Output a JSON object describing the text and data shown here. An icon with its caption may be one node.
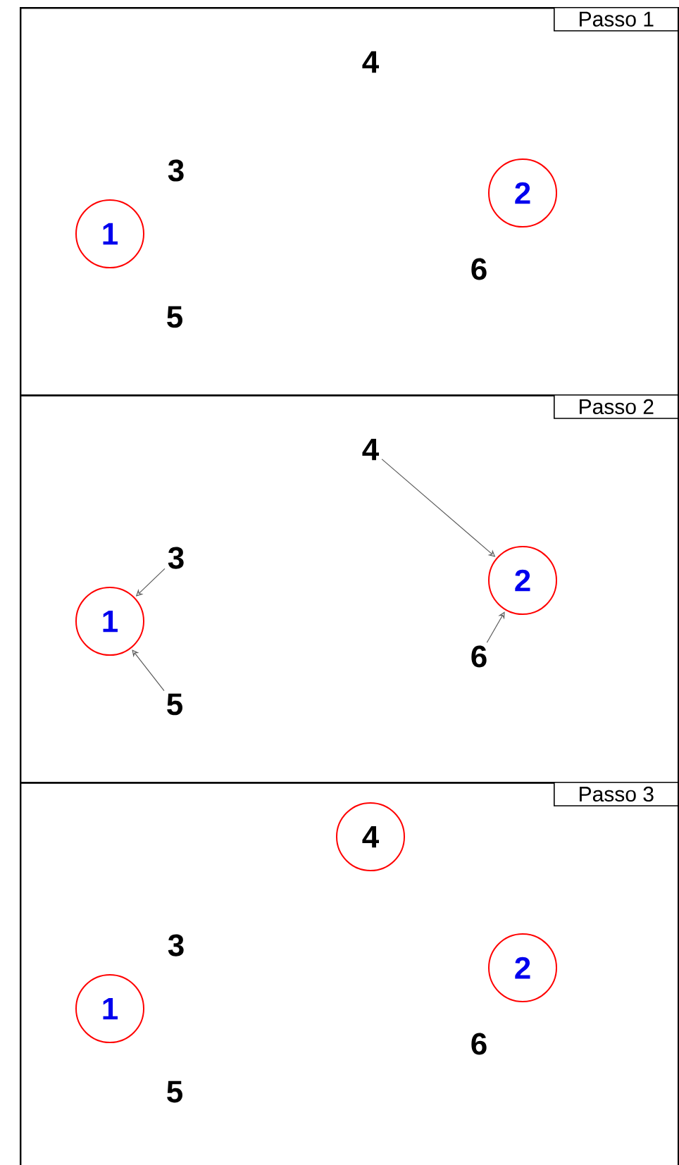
{
  "diagram": {
    "nodes": [
      {
        "text": [],
        "shape": "box"
      },
      {
        "text": [
          "Passo 1"
        ],
        "in": 0
      },
      {
        "text": [
          "4"
        ],
        "in": 0
      },
      {
        "text": [
          "3"
        ],
        "in": 0
      },
      {
        "text": [
          "2"
        ],
        "in": 0
      },
      {
        "text": [
          "1"
        ],
        "in": 0
      },
      {
        "text": [
          "6"
        ],
        "in": 0
      },
      {
        "text": [
          "5"
        ],
        "in": 0
      },
      {
        "text": [],
        "shape": "box"
      },
      {
        "text": [
          "Passo 2"
        ],
        "in": 8
      },
      {
        "text": [
          "4"
        ],
        "in": 8
      },
      {
        "text": [
          "3"
        ],
        "in": 8
      },
      {
        "text": [
          "2"
        ],
        "in": 8
      },
      {
        "text": [
          "1"
        ],
        "in": 8
      },
      {
        "text": [
          "6"
        ],
        "in": 8
      },
      {
        "text": [
          "5"
        ],
        "in": 8
      },
      {
        "text": [],
        "shape": "box"
      },
      {
        "text": [
          "Passo 3"
        ],
        "in": 16
      },
      {
        "text": [
          "4"
        ],
        "in": 16
      },
      {
        "text": [
          "3"
        ],
        "in": 16
      },
      {
        "text": [
          "2"
        ],
        "in": 16
      },
      {
        "text": [
          "1"
        ],
        "in": 16
      },
      {
        "text": [
          "6"
        ],
        "in": 16
      },
      {
        "text": [
          "5"
        ],
        "in": 16
      }
    ],
    "edges": [
      {
        "from": 10,
        "to": 12,
        "arrow": "to"
      },
      {
        "from": 11,
        "to": 13,
        "arrow": "to"
      },
      {
        "from": 14,
        "to": 12,
        "arrow": "to"
      },
      {
        "from": 15,
        "to": 13,
        "arrow": "to"
      }
    ]
  }
}
